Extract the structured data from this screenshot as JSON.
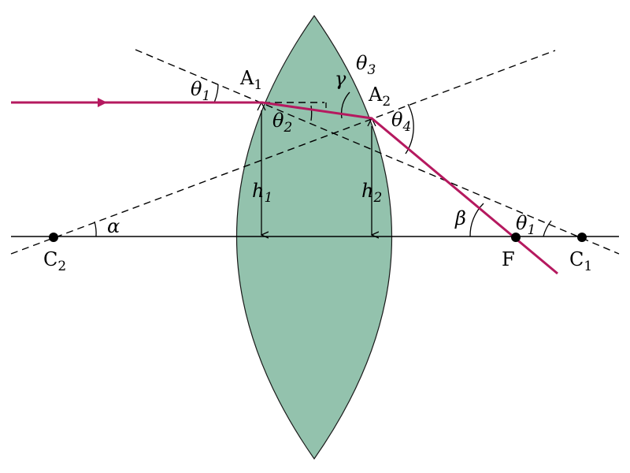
{
  "colors": {
    "lens_fill": "#93c2ad",
    "ray": "#b5195f",
    "line": "#000000",
    "background": "#ffffff"
  },
  "labels": {
    "theta": "θ",
    "theta1_sub": "1",
    "theta2_sub": "2",
    "theta3_sub": "3",
    "theta4_sub": "4",
    "gamma": "γ",
    "alpha": "α",
    "beta": "β",
    "A": "A",
    "A1_sub": "1",
    "A2_sub": "2",
    "h": "h",
    "h1_sub": "1",
    "h2_sub": "2",
    "C": "C",
    "C1_sub": "1",
    "C2_sub": "2",
    "F": "F"
  }
}
